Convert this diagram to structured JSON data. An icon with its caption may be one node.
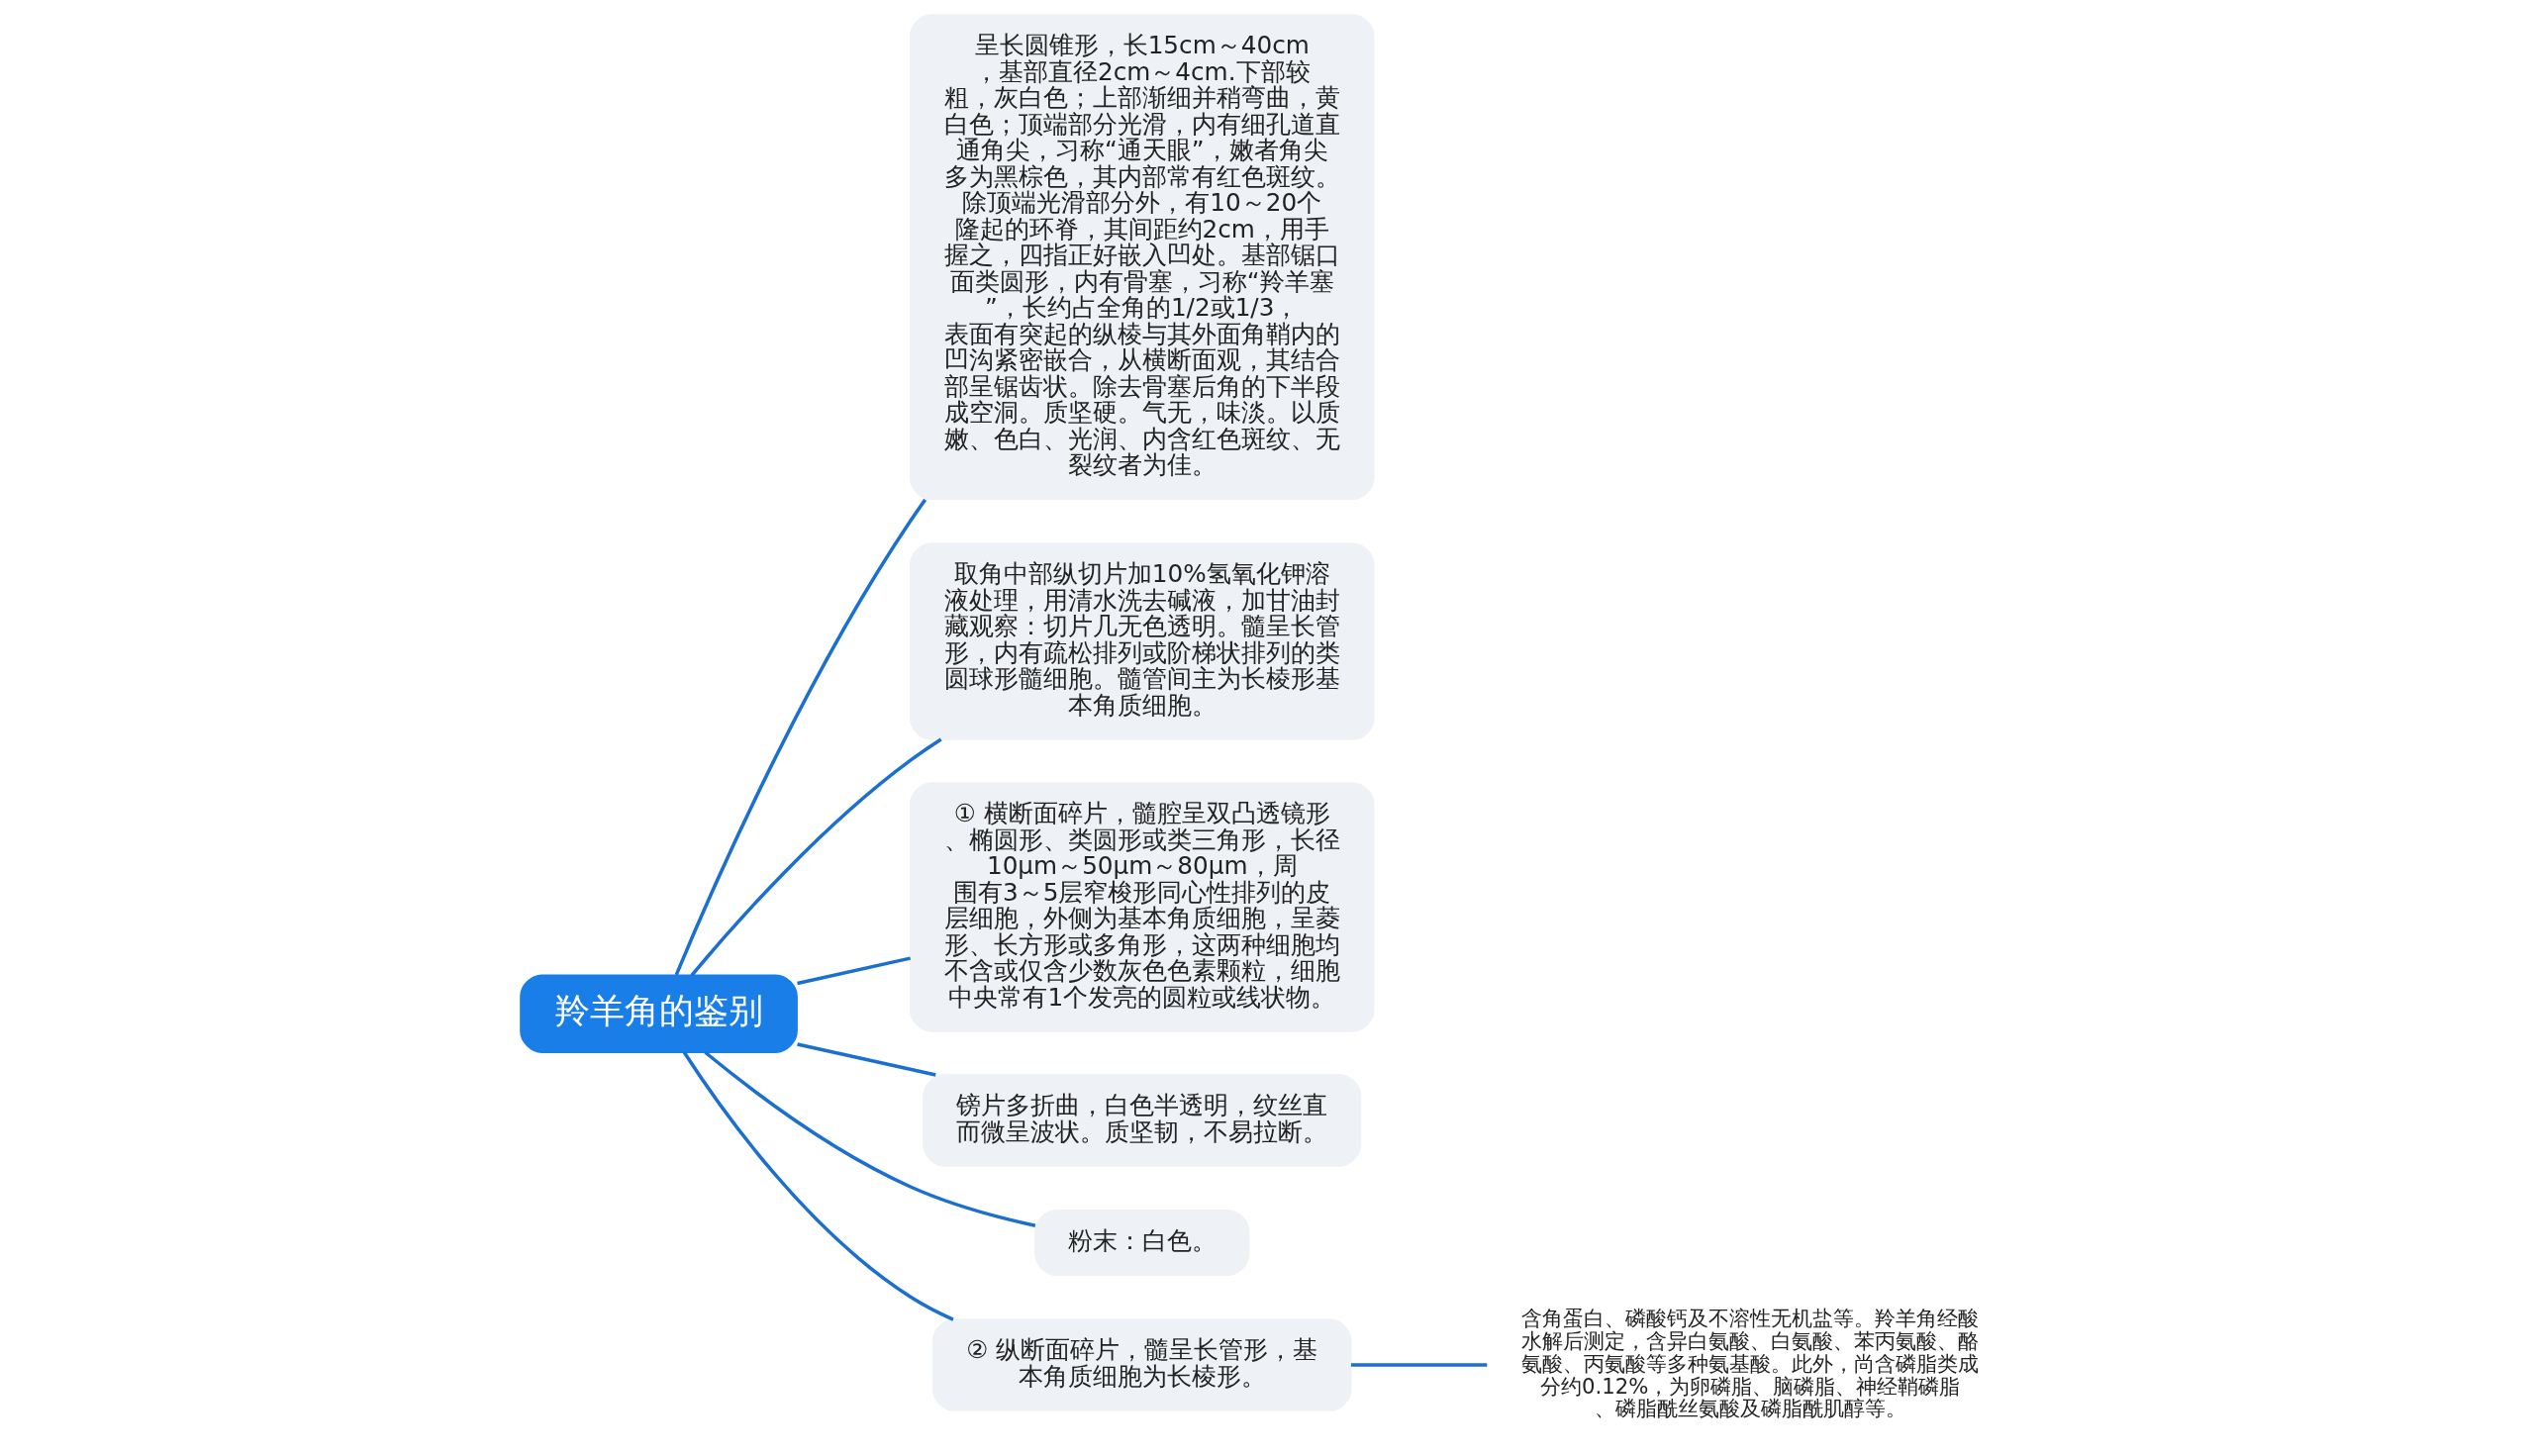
{
  "diagram": {
    "nodes": [
      {
        "text": [
          "羚羊角的鉴别"
        ]
      },
      {
        "text": [
          "呈长圆锥形，长15cm～40cm，基部直径2cm～4cm.下部较粗，灰白色；上部渐细并稍弯曲，黄白色；顶端部分光滑，内有细孔道直通角尖，习称“通天眼”，嫩者角尖多为黑棕色，其内部常有红色斑纹。除顶端光滑部分外，有10～20个隆起的环脊，其间距约2cm，用手握之，四指正好嵌入凹处。基部锯口面类圆形，内有骨塞，习称“羚羊塞”，长约占全角的1/2或1/3，表面有突起的纵棱与其外面角鞘内的凹沟紧密嵌合，从横断面观，其结合部呈锯齿状。除去骨塞后角的下半段成空洞。质坚硬。气无，味淡。以质嫩、色白、光润、内含红色斑纹、无裂纹者为佳。"
        ]
      },
      {
        "text": [
          "取角中部纵切片加10%氢氧化钾溶液处理，用清水洗去碱液，加甘油封藏观察：切片几无色透明。髓呈长管形，内有疏松排列或阶梯状排列的类圆球形髓细胞。髓管间主为长棱形基本角质细胞。"
        ]
      },
      {
        "text": [
          "① 横断面碎片，髓腔呈双凸透镜形、椭圆形、类圆形或类三角形，长径10μm～50μm～80μm，周围有3～5层窄梭形同心性排列的皮层细胞，外侧为基本角质细胞，呈菱形、长方形或多角形，这两种细胞均不含或仅含少数灰色色素颗粒，细胞中央常有1个发亮的圆粒或线状物。"
        ]
      },
      {
        "text": [
          "镑片多折曲，白色半透明，纹丝直而微呈波状。质坚韧，不易拉断。"
        ]
      },
      {
        "text": [
          "粉末：白色。"
        ]
      },
      {
        "text": [
          "② 纵断面碎片，髓呈长管形，基本角质细胞为长棱形。"
        ]
      },
      {
        "text": [
          "含角蛋白、磷酸钙及不溶性无机盐等。羚羊角经酸水解后测定，含异白氨酸、白氨酸、苯丙氨酸、酪氨酸、丙氨酸等多种氨基酸。此外，尚含磷脂类成分约0.12%，为卵磷脂、脑磷脂、神经鞘磷脂、磷脂酰丝氨酸及磷脂酰肌醇等。"
        ]
      }
    ],
    "edges": [
      {
        "from": 0,
        "to": 1,
        "arrow": "none"
      },
      {
        "from": 0,
        "to": 2,
        "arrow": "none"
      },
      {
        "from": 0,
        "to": 3,
        "arrow": "none"
      },
      {
        "from": 0,
        "to": 4,
        "arrow": "none"
      },
      {
        "from": 0,
        "to": 5,
        "arrow": "none"
      },
      {
        "from": 0,
        "to": 6,
        "arrow": "none"
      },
      {
        "from": 6,
        "to": 7,
        "arrow": "none"
      }
    ]
  }
}
